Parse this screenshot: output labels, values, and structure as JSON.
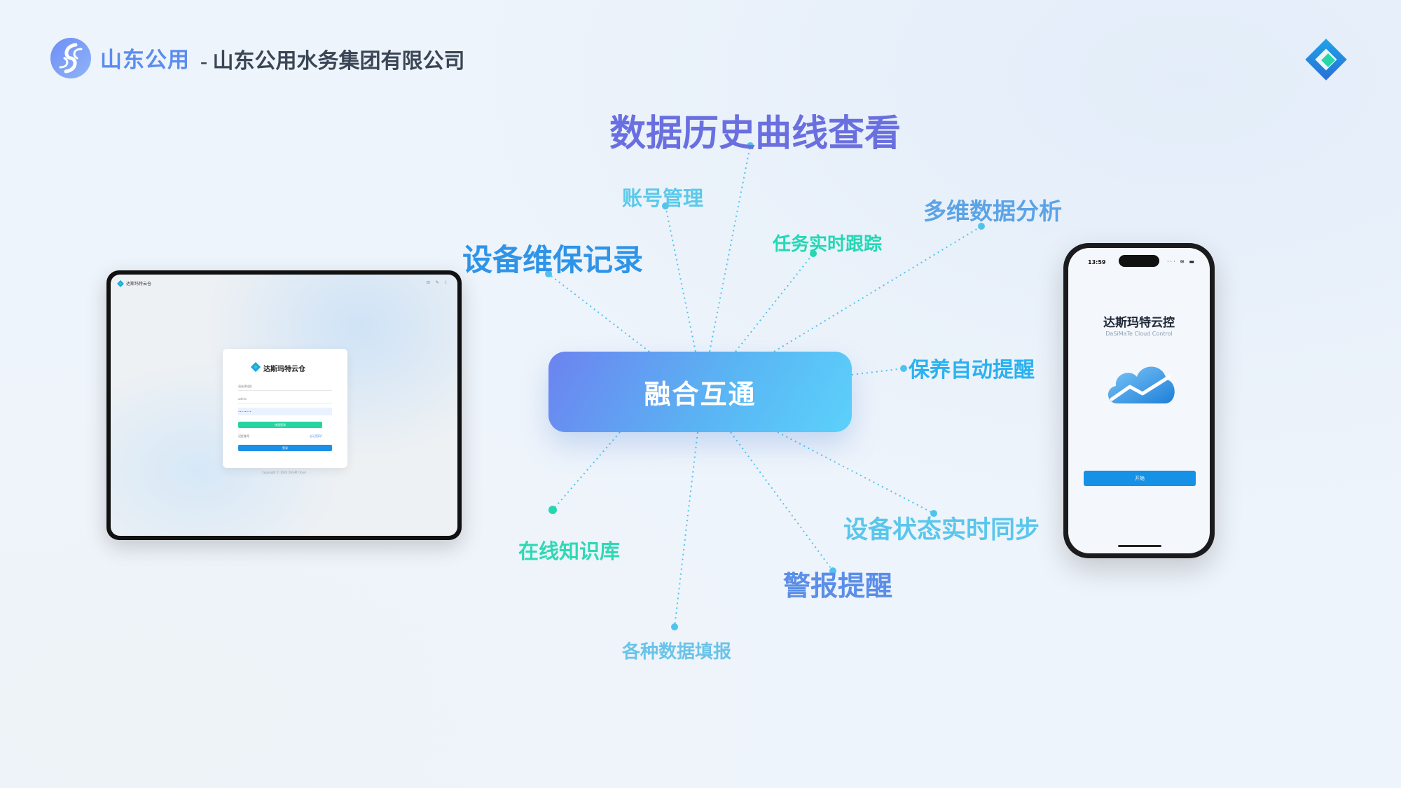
{
  "header": {
    "brand_name": "山东公用",
    "company_name": "- 山东公用水务集团有限公司"
  },
  "center": {
    "label": "融合互通"
  },
  "features": {
    "history": "数据历史曲线查看",
    "account": "账号管理",
    "multi": "多维数据分析",
    "task": "任务实时跟踪",
    "maintenance": "设备维保记录",
    "remind": "保养自动提醒",
    "knowledge": "在线知识库",
    "sync": "设备状态实时同步",
    "alarm": "警报提醒",
    "fill": "各种数据填报"
  },
  "tablet": {
    "app_title": "达斯玛特云仓",
    "top_icons": "⊡ ✎ ☾",
    "login_title": "达斯玛特云仓",
    "org_placeholder": "请选择组织",
    "user_value": "admin",
    "password_value": "••••••••",
    "primary_button": "快速登录",
    "remember_label": "记住账号",
    "forgot_label": "忘记密码?",
    "login_button": "登录",
    "footer": "Copyright © 2024 DaSiM Cloud"
  },
  "phone": {
    "time": "13:59",
    "status_icons": "··· ≋ ▬",
    "title": "达斯玛特云控",
    "subtitle": "DaSiMaTe Cloud Control",
    "start_button": "开始"
  },
  "colors": {
    "center_gradient_start": "#6c83f0",
    "center_gradient_end": "#5bd1fb",
    "line_color": "#4fc3ee",
    "brand_blue": "#5b8def"
  }
}
